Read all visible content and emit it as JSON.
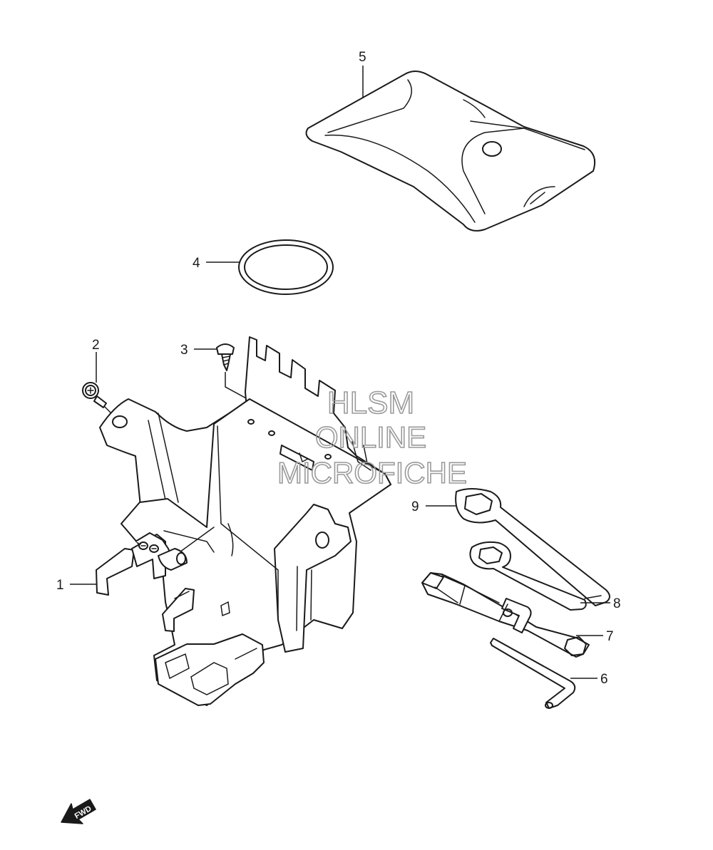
{
  "callouts": [
    {
      "id": "1",
      "label": "1"
    },
    {
      "id": "2",
      "label": "2"
    },
    {
      "id": "3",
      "label": "3"
    },
    {
      "id": "4",
      "label": "4"
    },
    {
      "id": "5",
      "label": "5"
    },
    {
      "id": "6",
      "label": "6"
    },
    {
      "id": "7",
      "label": "7"
    },
    {
      "id": "8",
      "label": "8"
    },
    {
      "id": "9",
      "label": "9"
    }
  ],
  "watermark": {
    "line1": "HLSM",
    "line2": "ONLINE",
    "line3": "MICROFICHE",
    "color": "#9a9a9a"
  },
  "direction_arrow": {
    "label": "FWD",
    "icon": "forward-arrow-icon"
  },
  "colors": {
    "line": "#1a1a1a",
    "background": "#ffffff"
  }
}
